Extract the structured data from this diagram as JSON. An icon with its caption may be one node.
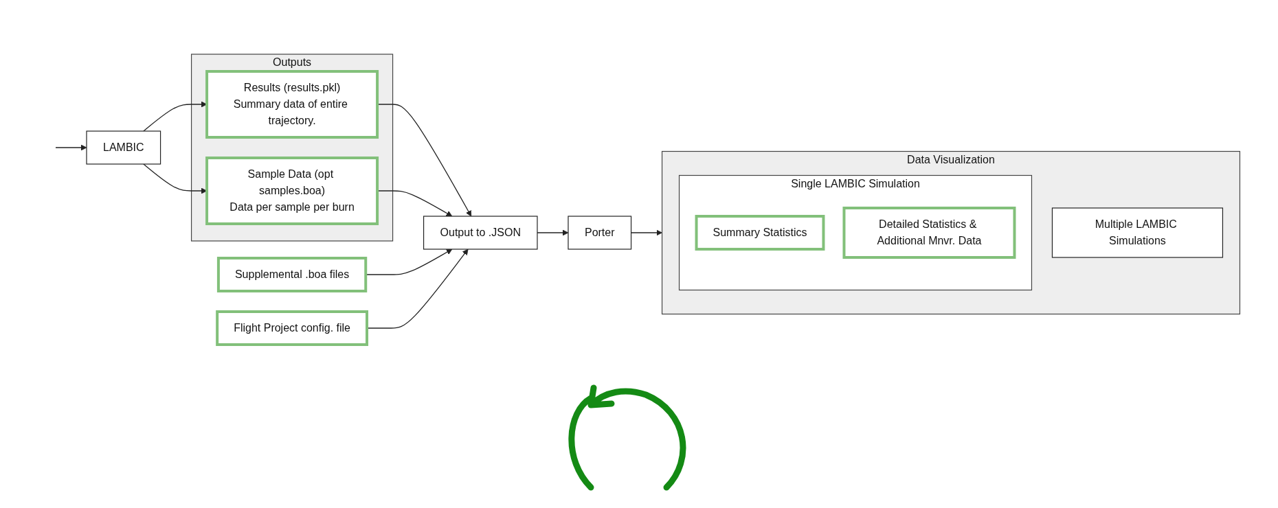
{
  "diagram": {
    "nodes": [
      {
        "text": [
          "LAMBIC"
        ]
      },
      {
        "text": [
          "Outputs"
        ]
      },
      {
        "text": [
          "Results (results.pkl)",
          "Summary data of entire trajectory."
        ],
        "in": 1
      },
      {
        "text": [
          "Sample Data (opt samples.boa)",
          "Data per sample per burn"
        ],
        "in": 1
      },
      {
        "text": [
          "Supplemental .boa files"
        ]
      },
      {
        "text": [
          "Flight Project config. file"
        ]
      },
      {
        "text": [
          "Output to .JSON"
        ]
      },
      {
        "text": [
          "Porter"
        ]
      },
      {
        "text": [
          "Data Visualization"
        ]
      },
      {
        "text": [
          "Multiple LAMBIC Simulations"
        ],
        "in": 8
      },
      {
        "text": [
          "Single LAMBIC Simulation"
        ],
        "in": 8
      },
      {
        "text": [
          "Summary Statistics"
        ],
        "in": 10
      },
      {
        "text": [
          "Detailed Statistics & Additional Mnvr. Data"
        ],
        "in": 10
      }
    ],
    "edges": [
      {
        "from": null,
        "to": 0,
        "arrow": "to"
      },
      {
        "from": 0,
        "to": 2,
        "arrow": "to"
      },
      {
        "from": 0,
        "to": 3,
        "arrow": "to"
      },
      {
        "from": 2,
        "to": 6,
        "arrow": "to"
      },
      {
        "from": 4,
        "to": 6,
        "arrow": "to"
      },
      {
        "from": 5,
        "to": 6,
        "arrow": "to"
      },
      {
        "from": 3,
        "to": 6,
        "arrow": "to"
      },
      {
        "from": 6,
        "to": 7,
        "arrow": "to"
      },
      {
        "from": 7,
        "to": 8,
        "arrow": "to"
      }
    ]
  }
}
